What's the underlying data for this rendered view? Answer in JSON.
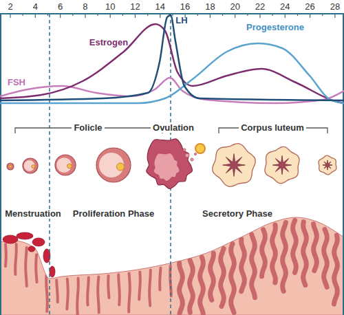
{
  "diagram": {
    "labels": [
      "2",
      "4",
      "6",
      "8",
      "10",
      "12",
      "14",
      "16",
      "18",
      "20",
      "22",
      "24",
      "26",
      "28",
      "FSH",
      "Estrogen",
      "LH",
      "Progesterone",
      "Folicle",
      "Ovulation",
      "Corpus luteum",
      "Menstruation",
      "Proliferation Phase",
      "Secretory Phase"
    ]
  }
}
